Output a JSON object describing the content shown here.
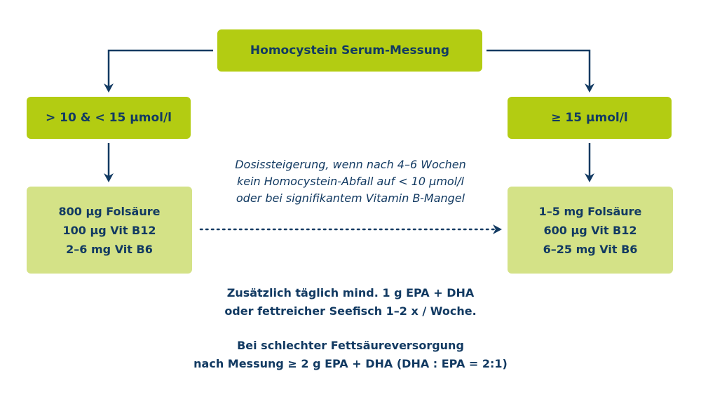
{
  "diagram": {
    "colors": {
      "dark_box": "#b3cc12",
      "light_box": "#d4e287",
      "text_and_arrows": "#123a62"
    },
    "top_box": {
      "label": "Homocystein Serum-Messung"
    },
    "left_range_box": {
      "label": "> 10 & < 15 µmol/l"
    },
    "right_range_box": {
      "label": "≥ 15 µmol/l"
    },
    "left_dose_box": {
      "lines": [
        "800 µg Folsäure",
        "100 µg Vit B12",
        "2–6 mg Vit B6"
      ]
    },
    "right_dose_box": {
      "lines": [
        "1–5 mg Folsäure",
        "600 µg Vit B12",
        "6–25 mg Vit B6"
      ]
    },
    "dose_increase_note": {
      "lines": [
        "Dosissteigerung, wenn nach 4–6 Wochen",
        "kein Homocystein-Abfall auf < 10 µmol/l",
        "oder bei signifikantem Vitamin B-Mangel"
      ]
    },
    "bottom_note_1": {
      "lines": [
        "Zusätzlich täglich mind. 1 g EPA + DHA",
        "oder fettreicher Seefisch 1–2 x / Woche."
      ]
    },
    "bottom_note_2": {
      "lines": [
        "Bei schlechter Fettsäureversorgung",
        "nach Messung ≥ 2 g EPA + DHA (DHA : EPA = 2:1)"
      ]
    }
  }
}
